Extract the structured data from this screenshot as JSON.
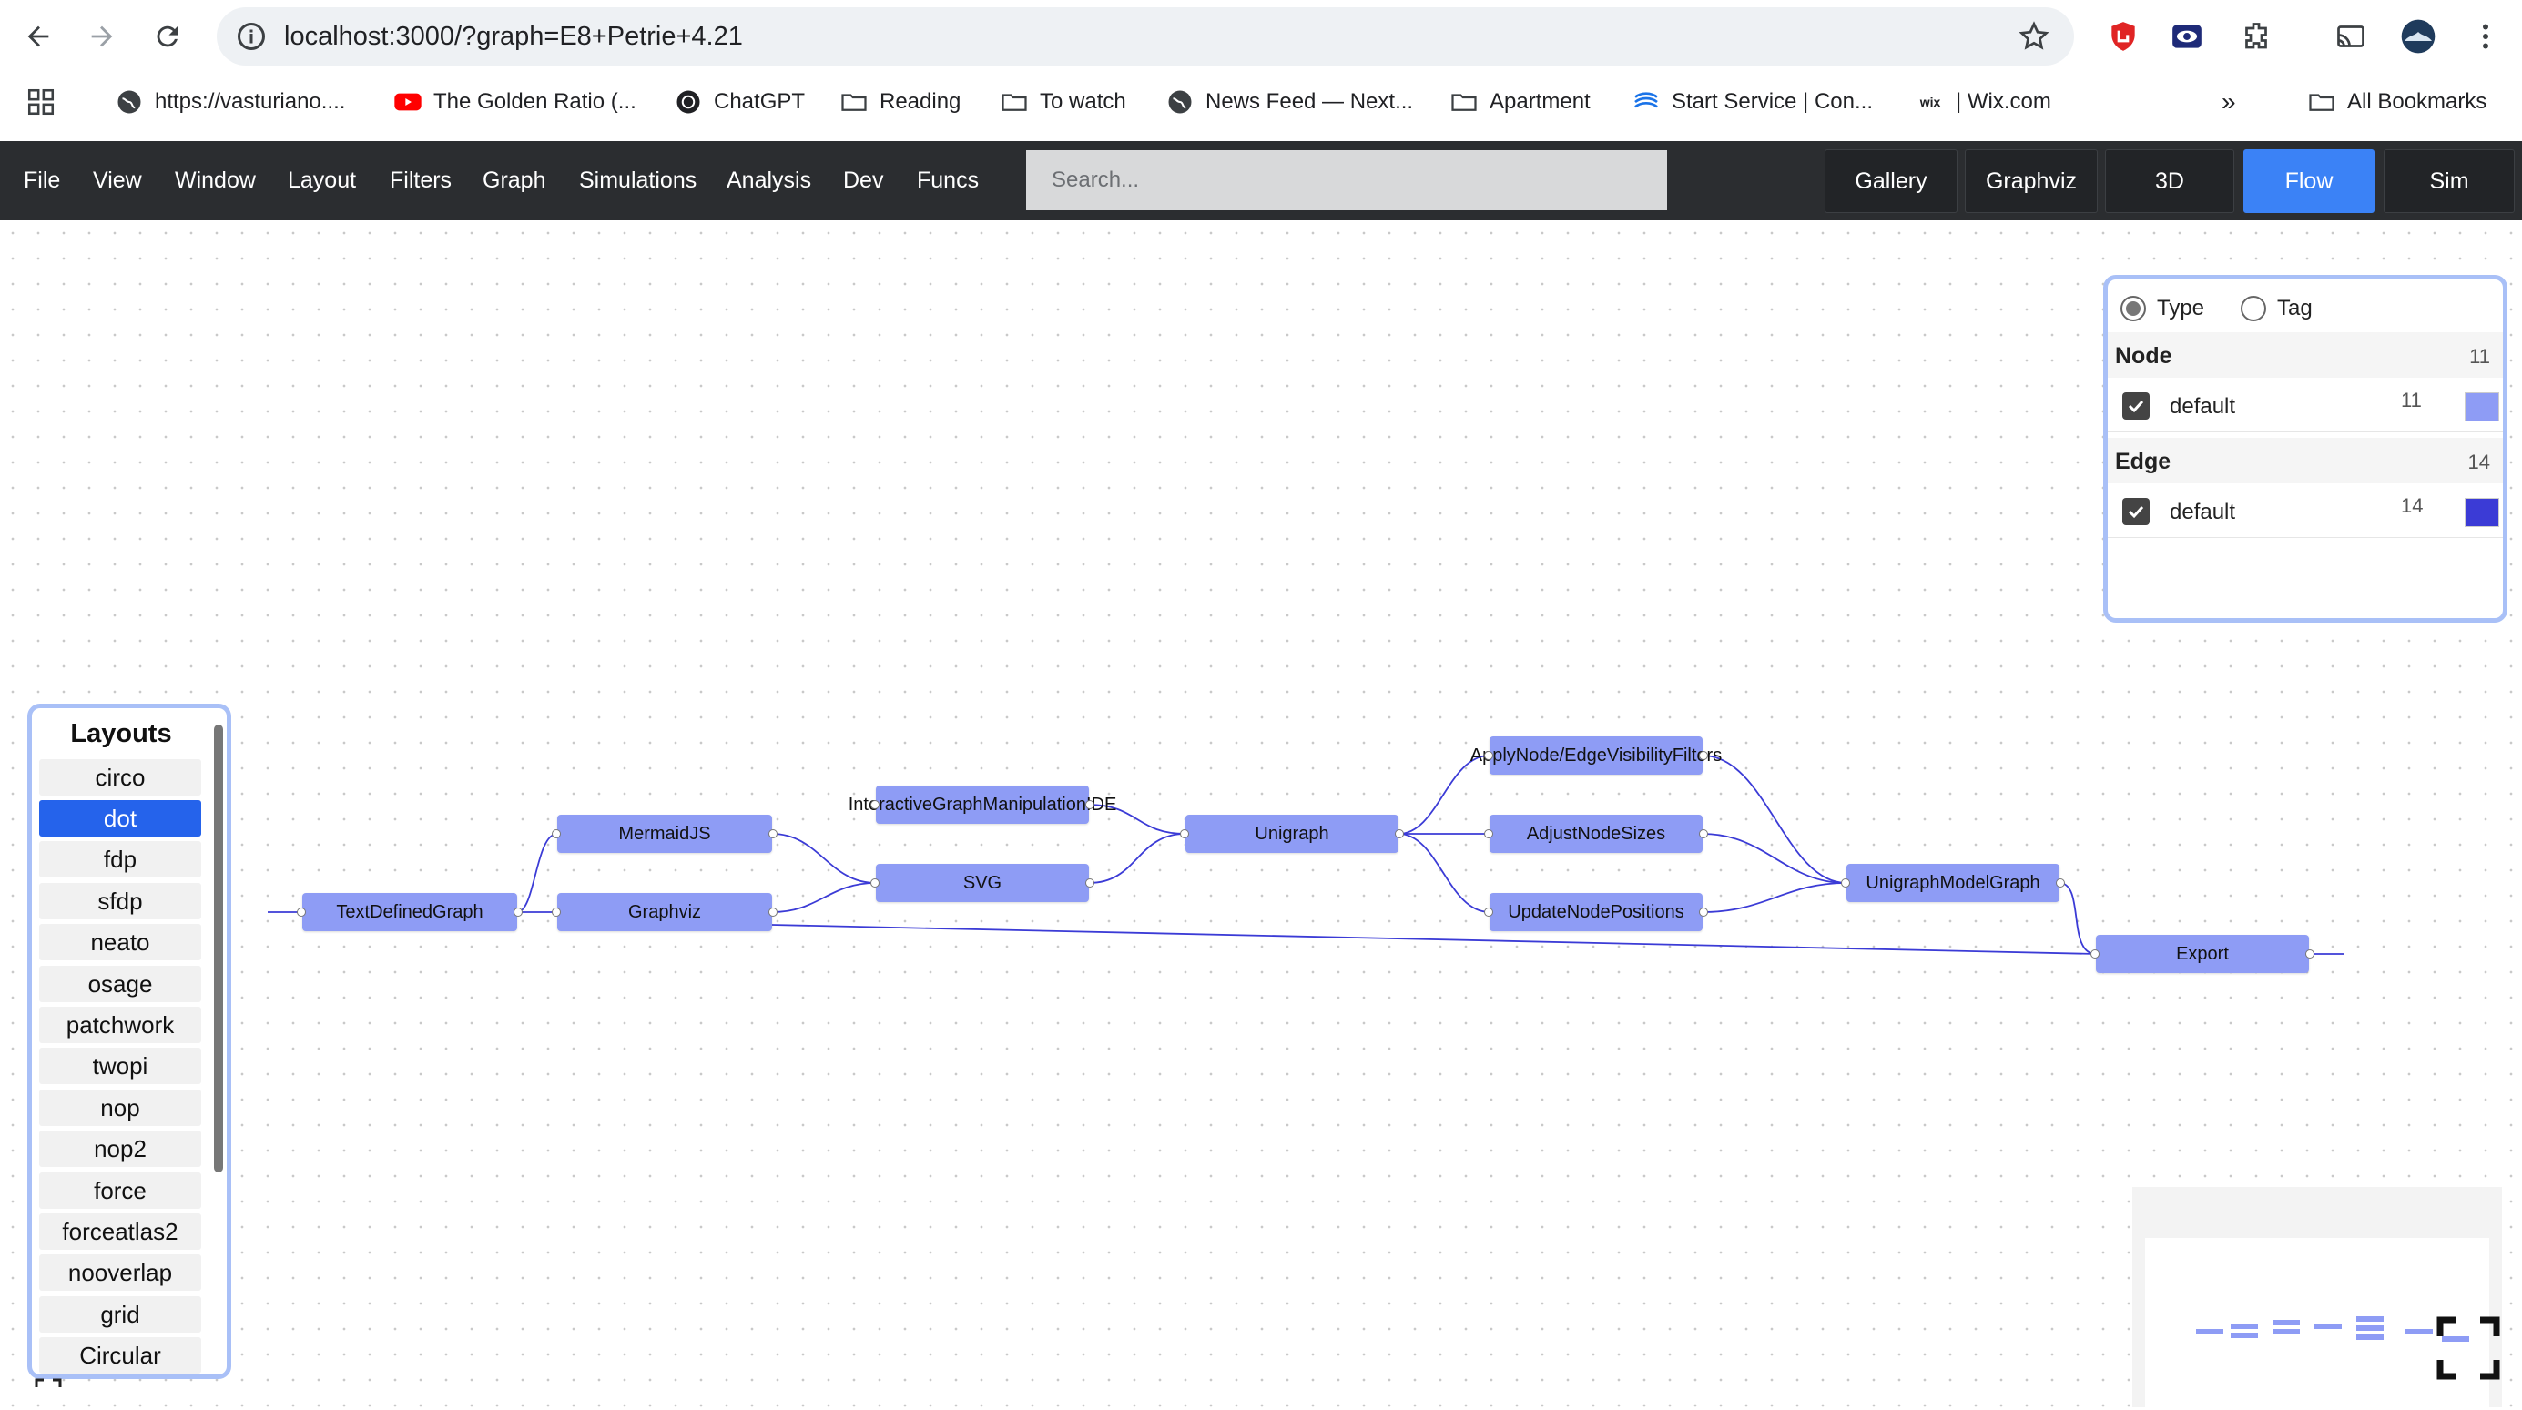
{
  "browser": {
    "url": "localhost:3000/?graph=E8+Petrie+4.21",
    "bookmarks": [
      {
        "label": "https://vasturiano...."
      },
      {
        "label": "The Golden Ratio (..."
      },
      {
        "label": "ChatGPT"
      },
      {
        "label": "Reading"
      },
      {
        "label": "To watch"
      },
      {
        "label": "News Feed — Next..."
      },
      {
        "label": "Apartment"
      },
      {
        "label": "Start Service | Con..."
      },
      {
        "label": "| Wix.com"
      }
    ],
    "wix_badge": "wix",
    "all_bookmarks": "All Bookmarks",
    "more": "»"
  },
  "toolbar": {
    "menu": [
      "File",
      "View",
      "Window",
      "Layout",
      "Filters",
      "Graph",
      "Simulations",
      "Analysis",
      "Dev",
      "Funcs"
    ],
    "search_placeholder": "Search...",
    "views": [
      "Gallery",
      "Graphviz",
      "3D",
      "Flow",
      "Sim"
    ],
    "active_view": "Flow",
    "accent": "#3b82f6"
  },
  "graph": {
    "node_color": "#8e9cf5",
    "edge_color": "#3333cc",
    "nodes": [
      {
        "id": "TextDefinedGraph",
        "label": "TextDefinedGraph"
      },
      {
        "id": "MermaidJS",
        "label": "MermaidJS"
      },
      {
        "id": "Graphviz",
        "label": "Graphviz"
      },
      {
        "id": "InteractiveGraphManipulationIDE",
        "label": "InteractiveGraphManipulationIDE"
      },
      {
        "id": "SVG",
        "label": "SVG"
      },
      {
        "id": "Unigraph",
        "label": "Unigraph"
      },
      {
        "id": "ApplyNodeEdgeVisibilityFilters",
        "label": "ApplyNode/EdgeVisibilityFilters"
      },
      {
        "id": "AdjustNodeSizes",
        "label": "AdjustNodeSizes"
      },
      {
        "id": "UpdateNodePositions",
        "label": "UpdateNodePositions"
      },
      {
        "id": "UnigraphModelGraph",
        "label": "UnigraphModelGraph"
      },
      {
        "id": "Export",
        "label": "Export"
      }
    ]
  },
  "legend": {
    "mode_options": [
      "Type",
      "Tag"
    ],
    "selected_mode": "Type",
    "node": {
      "title": "Node",
      "count": "11",
      "rows": [
        {
          "label": "default",
          "count": "11",
          "color": "#8e9cf5",
          "checked": true
        }
      ]
    },
    "edge": {
      "title": "Edge",
      "count": "14",
      "rows": [
        {
          "label": "default",
          "count": "14",
          "color": "#3b3bd6",
          "checked": true
        }
      ]
    }
  },
  "layouts": {
    "title": "Layouts",
    "items": [
      "circo",
      "dot",
      "fdp",
      "sfdp",
      "neato",
      "osage",
      "patchwork",
      "twopi",
      "nop",
      "nop2",
      "force",
      "forceatlas2",
      "nooverlap",
      "grid",
      "Circular"
    ],
    "selected": "dot"
  },
  "icons": {
    "back": "back-arrow-icon",
    "forward": "forward-arrow-icon",
    "reload": "reload-icon",
    "site_info": "site-info-icon",
    "bookmark_star": "star-icon",
    "fullscreen": "fullscreen-icon"
  }
}
